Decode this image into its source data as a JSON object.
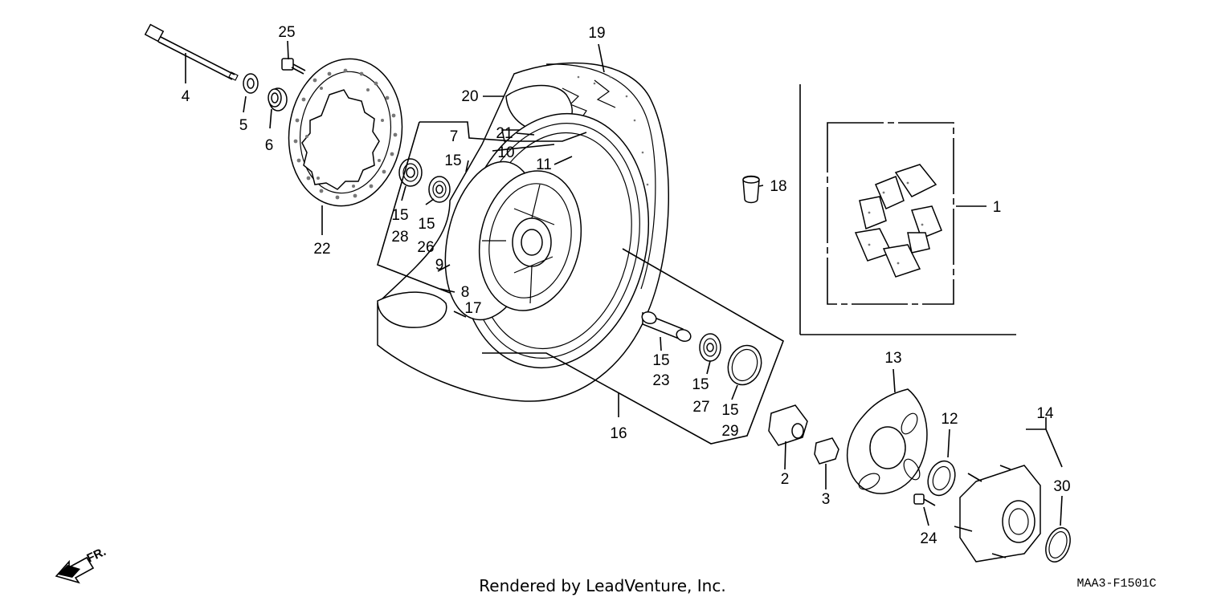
{
  "callouts": [
    {
      "id": "c1",
      "text": "1"
    },
    {
      "id": "c2",
      "text": "2"
    },
    {
      "id": "c3",
      "text": "3"
    },
    {
      "id": "c4",
      "text": "4"
    },
    {
      "id": "c5",
      "text": "5"
    },
    {
      "id": "c6",
      "text": "6"
    },
    {
      "id": "c7",
      "text": "7"
    },
    {
      "id": "c8",
      "text": "8"
    },
    {
      "id": "c9",
      "text": "9"
    },
    {
      "id": "c10",
      "text": "10"
    },
    {
      "id": "c11",
      "text": "11"
    },
    {
      "id": "c12",
      "text": "12"
    },
    {
      "id": "c13",
      "text": "13"
    },
    {
      "id": "c14",
      "text": "14"
    },
    {
      "id": "c15a",
      "text": "15"
    },
    {
      "id": "c15b",
      "text": "15"
    },
    {
      "id": "c15c",
      "text": "15"
    },
    {
      "id": "c15d",
      "text": "15"
    },
    {
      "id": "c15e",
      "text": "15"
    },
    {
      "id": "c15f",
      "text": "15"
    },
    {
      "id": "c16",
      "text": "16"
    },
    {
      "id": "c17",
      "text": "17"
    },
    {
      "id": "c18",
      "text": "18"
    },
    {
      "id": "c19",
      "text": "19"
    },
    {
      "id": "c20",
      "text": "20"
    },
    {
      "id": "c21",
      "text": "21"
    },
    {
      "id": "c22",
      "text": "22"
    },
    {
      "id": "c23",
      "text": "23"
    },
    {
      "id": "c24",
      "text": "24"
    },
    {
      "id": "c25",
      "text": "25"
    },
    {
      "id": "c26",
      "text": "26"
    },
    {
      "id": "c27",
      "text": "27"
    },
    {
      "id": "c28",
      "text": "28"
    },
    {
      "id": "c29",
      "text": "29"
    },
    {
      "id": "c30",
      "text": "30"
    }
  ],
  "direction_label": "FR.",
  "footer_credit": "Rendered by LeadVenture, Inc.",
  "diagram_code": "MAA3-F1501C"
}
